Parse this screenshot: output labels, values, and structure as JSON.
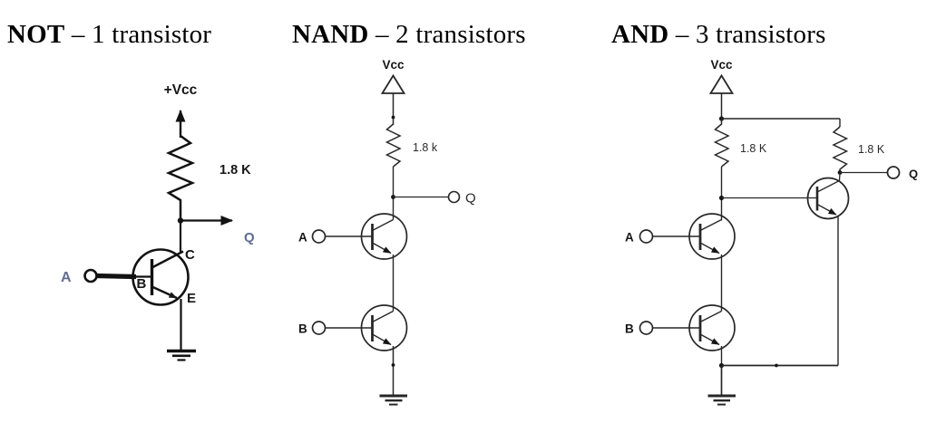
{
  "panels": {
    "not": {
      "title_gate": "NOT",
      "title_rest": " – 1 transistor",
      "vcc_label": "+Vcc",
      "resistor_label": "1.8 K",
      "input_a_label": "A",
      "output_label": "Q",
      "terminal_labels": {
        "collector": "C",
        "base": "B",
        "emitter": "E"
      }
    },
    "nand": {
      "title_gate": "NAND",
      "title_rest": " – 2 transistors",
      "vcc_label": "Vcc",
      "resistor_label": "1.8 k",
      "input_a_label": "A",
      "input_b_label": "B",
      "output_label": "Q"
    },
    "and": {
      "title_gate": "AND",
      "title_rest": " – 3 transistors",
      "vcc_label": "Vcc",
      "resistor_left_label": "1.8 K",
      "resistor_right_label": "1.8 K",
      "input_a_label": "A",
      "input_b_label": "B",
      "output_label": "Q"
    }
  },
  "colors": {
    "background": "#ffffff",
    "wire": "#272727",
    "not_wire": "#121212",
    "not_io_label": "#5f6e8e",
    "label_text": "#161616"
  }
}
